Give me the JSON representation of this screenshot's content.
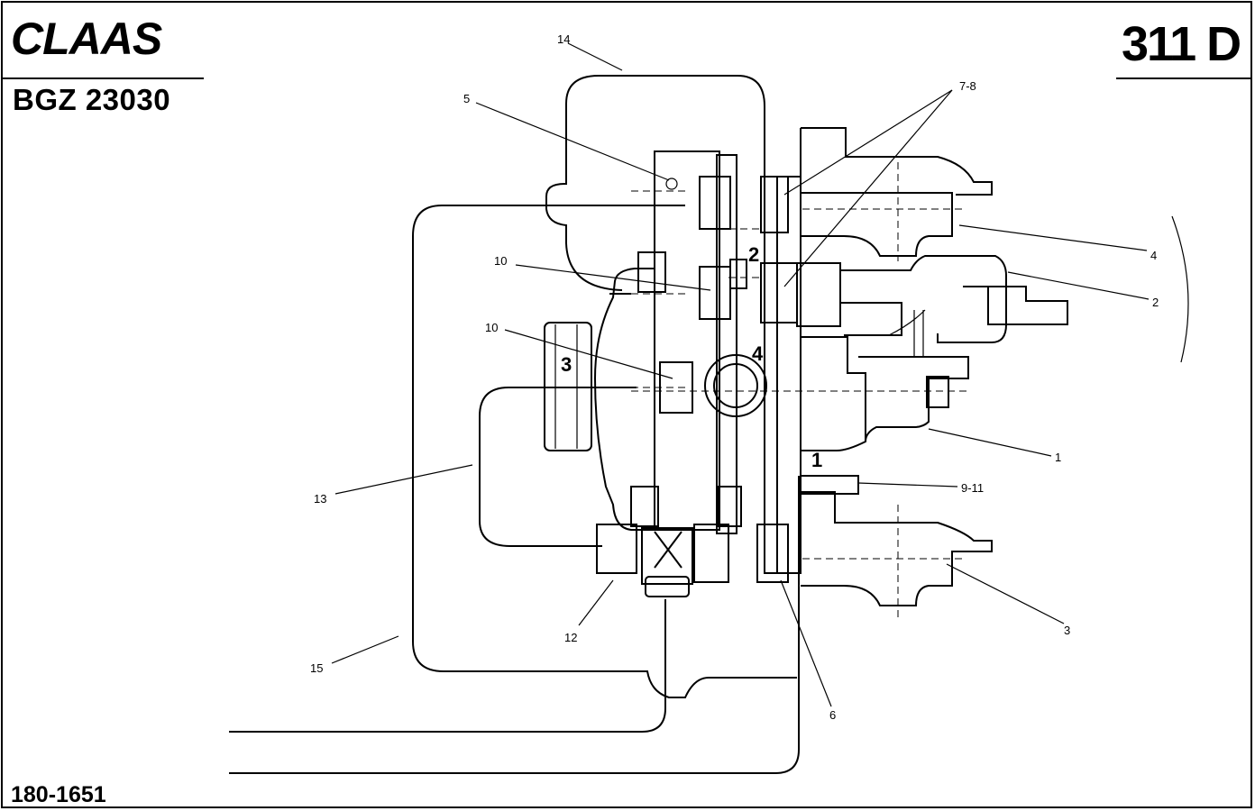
{
  "header": {
    "brand": "CLAAS",
    "document_id": "BGZ 23030",
    "model": "311 D",
    "sheet_number": "180-1651"
  },
  "callouts": [
    {
      "id": "c14",
      "text": "14"
    },
    {
      "id": "c5",
      "text": "5"
    },
    {
      "id": "c78",
      "text": "7-8"
    },
    {
      "id": "c10a",
      "text": "10"
    },
    {
      "id": "c10b",
      "text": "10"
    },
    {
      "id": "c4",
      "text": "4"
    },
    {
      "id": "c2",
      "text": "2"
    },
    {
      "id": "c1",
      "text": "1"
    },
    {
      "id": "c911",
      "text": "9-11"
    },
    {
      "id": "c13",
      "text": "13"
    },
    {
      "id": "c12",
      "text": "12"
    },
    {
      "id": "c3",
      "text": "3"
    },
    {
      "id": "c6",
      "text": "6"
    },
    {
      "id": "c15",
      "text": "15"
    }
  ],
  "body_labels": [
    {
      "id": "b2",
      "text": "2"
    },
    {
      "id": "b4",
      "text": "4"
    },
    {
      "id": "b3",
      "text": "3"
    },
    {
      "id": "b1",
      "text": "1"
    }
  ]
}
